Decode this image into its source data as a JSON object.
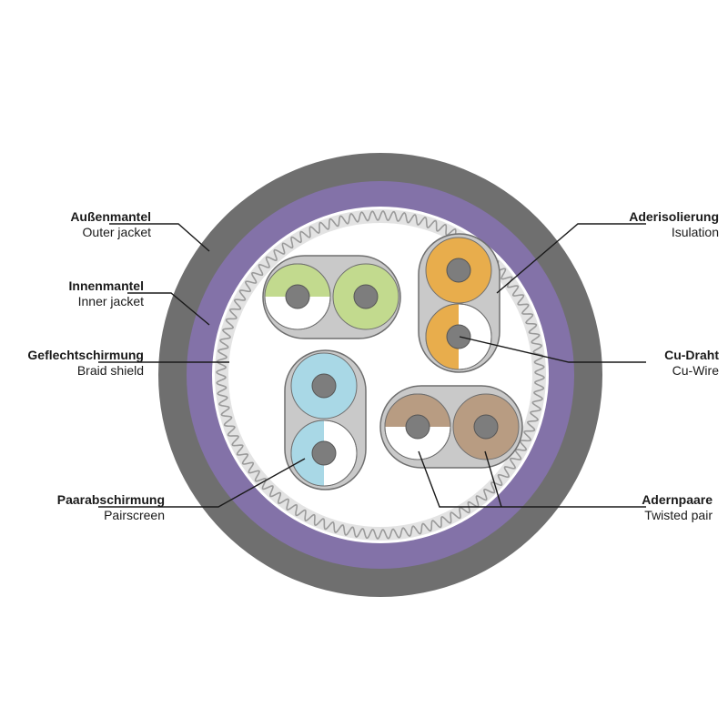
{
  "colors": {
    "outer_jacket": "#6f6f6f",
    "inner_jacket": "#8372a8",
    "braid": "#bfbfbf",
    "pairscreen": "#c9c9c9",
    "conductor": "#7d7d7d",
    "pair_green": "#c2da8e",
    "pair_orange": "#e8ad4c",
    "pair_blue": "#a9d8e6",
    "pair_brown": "#b89c82",
    "leader": "#1a1a1a"
  },
  "labels": {
    "outer_jacket": {
      "de": "Außenmantel",
      "en": "Outer jacket"
    },
    "inner_jacket": {
      "de": "Innenmantel",
      "en": "Inner jacket"
    },
    "braid_shield": {
      "de": "Geflechtschirmung",
      "en": "Braid shield"
    },
    "pairscreen": {
      "de": "Paarabschirmung",
      "en": "Pairscreen"
    },
    "insulation": {
      "de": "Aderisolierung",
      "en": "Isulation"
    },
    "cu_wire": {
      "de": "Cu-Draht",
      "en": "Cu-Wire"
    },
    "twisted_pair": {
      "de": "Adernpaare",
      "en": "Twisted pair"
    }
  }
}
